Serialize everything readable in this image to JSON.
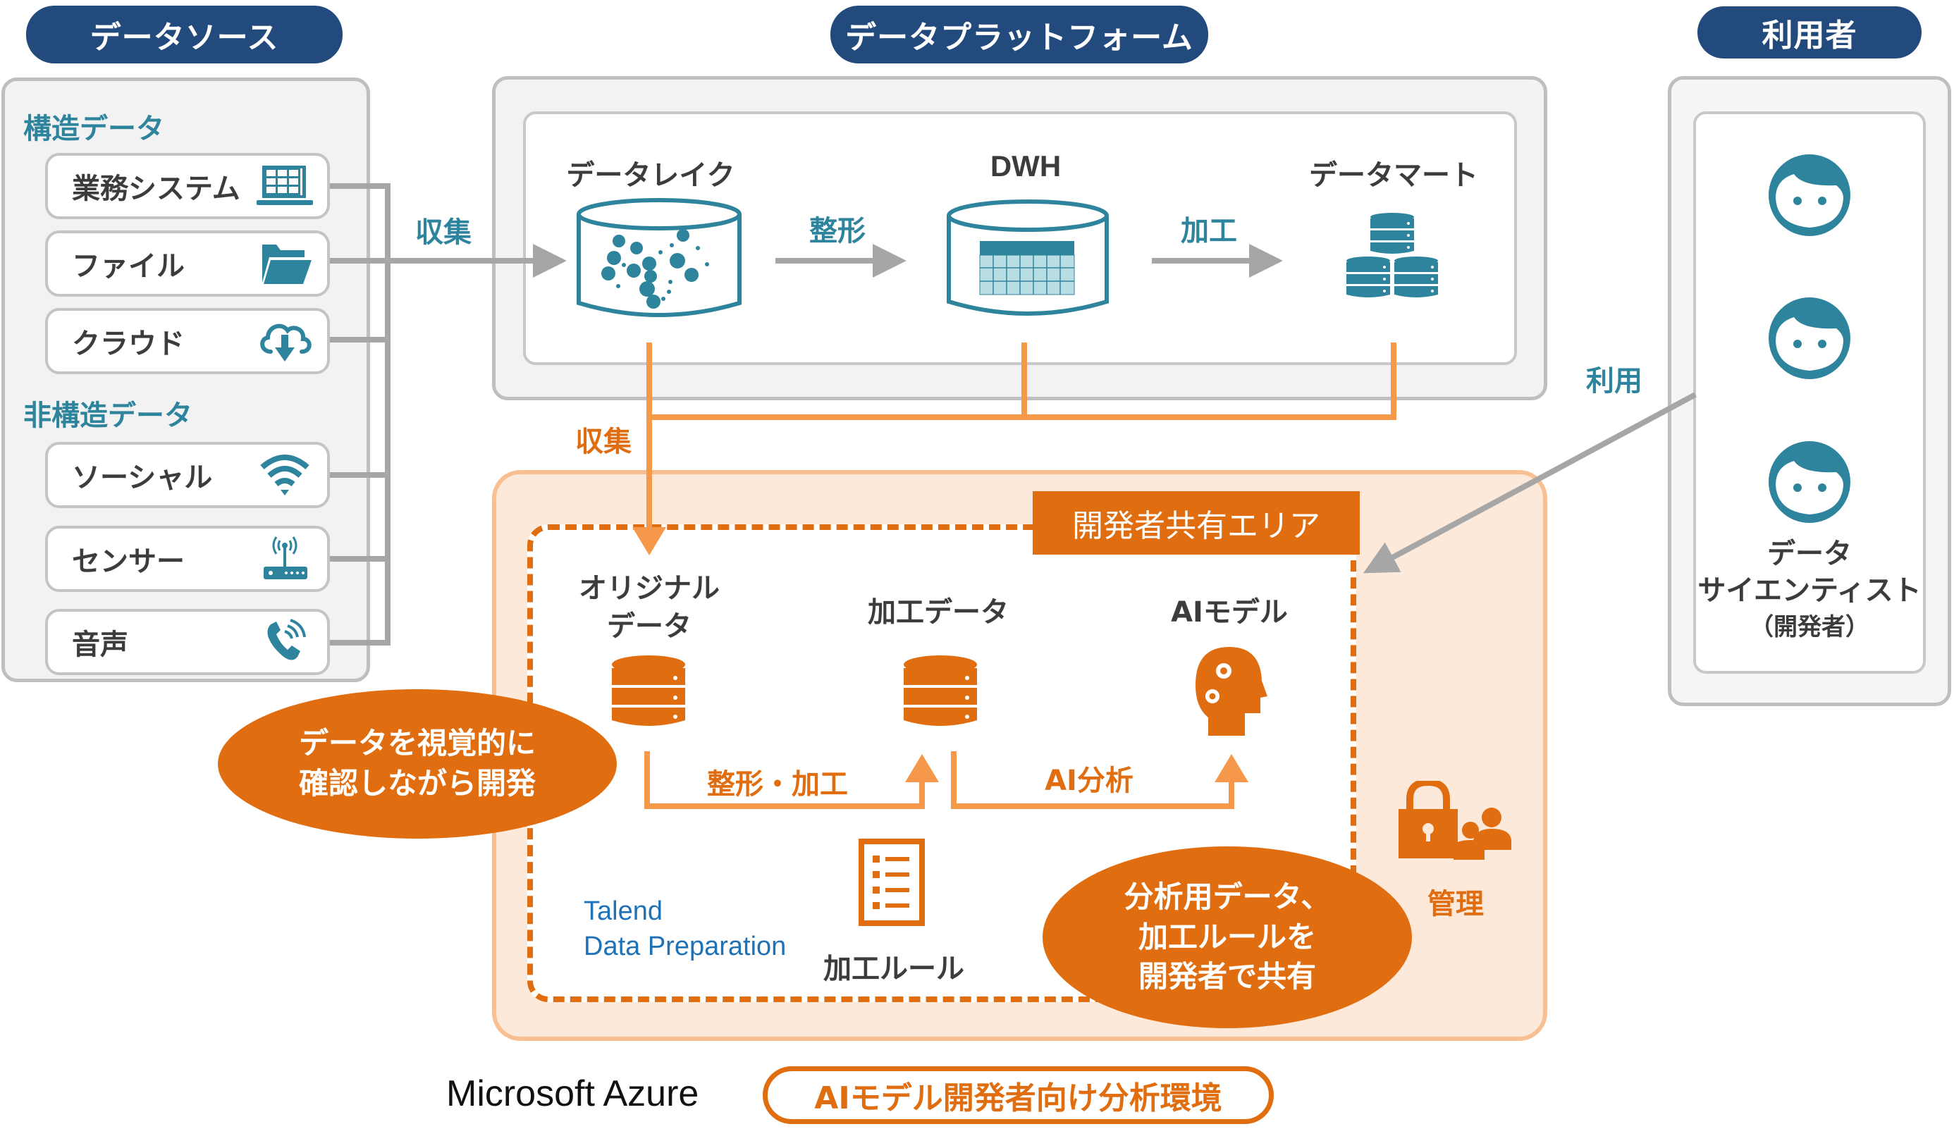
{
  "headers": {
    "data_source": "データソース",
    "data_platform": "データプラットフォーム",
    "users": "利用者"
  },
  "data_source": {
    "structured_label": "構造データ",
    "unstructured_label": "非構造データ",
    "structured_items": [
      {
        "label": "業務システム",
        "icon": "laptop-table-icon"
      },
      {
        "label": "ファイル",
        "icon": "folder-icon"
      },
      {
        "label": "クラウド",
        "icon": "cloud-download-icon"
      }
    ],
    "unstructured_items": [
      {
        "label": "ソーシャル",
        "icon": "wifi-icon"
      },
      {
        "label": "センサー",
        "icon": "router-antenna-icon"
      },
      {
        "label": "音声",
        "icon": "phone-call-icon"
      }
    ],
    "collect_label": "収集"
  },
  "platform": {
    "data_lake": "データレイク",
    "dwh": "DWH",
    "data_mart": "データマート",
    "shape_label": "整形",
    "process_label": "加工"
  },
  "collect_to_dev_label": "収集",
  "users_panel": {
    "use_label": "利用",
    "role_line1": "データ",
    "role_line2": "サイエンティスト",
    "role_line3": "（開発者）",
    "face_count": 3
  },
  "dev_area": {
    "area_label": "開発者共有エリア",
    "original_line1": "オリジナル",
    "original_line2": "データ",
    "processed_data": "加工データ",
    "ai_model": "AIモデル",
    "shape_process_label": "整形・加工",
    "ai_analysis_label": "AI分析",
    "tool_line1": "Talend",
    "tool_line2": "Data Preparation",
    "rules_label": "加工ルール",
    "bubble_left_line1": "データを視覚的に",
    "bubble_left_line2": "確認しながら開発",
    "bubble_right_line1": "分析用データ、",
    "bubble_right_line2": "加工ルールを",
    "bubble_right_line3": "開発者で共有",
    "manage_label": "管理"
  },
  "footer": {
    "platform_name": "Microsoft Azure",
    "environment_label": "AIモデル開発者向け分析環境"
  },
  "colors": {
    "navy": "#224a7c",
    "teal": "#2f849d",
    "orange": "#e06d10",
    "light_orange": "#f5984a",
    "peach_bg": "#fde9da",
    "gray_line": "#a6a6a6",
    "talend_blue": "#1e72b8"
  }
}
